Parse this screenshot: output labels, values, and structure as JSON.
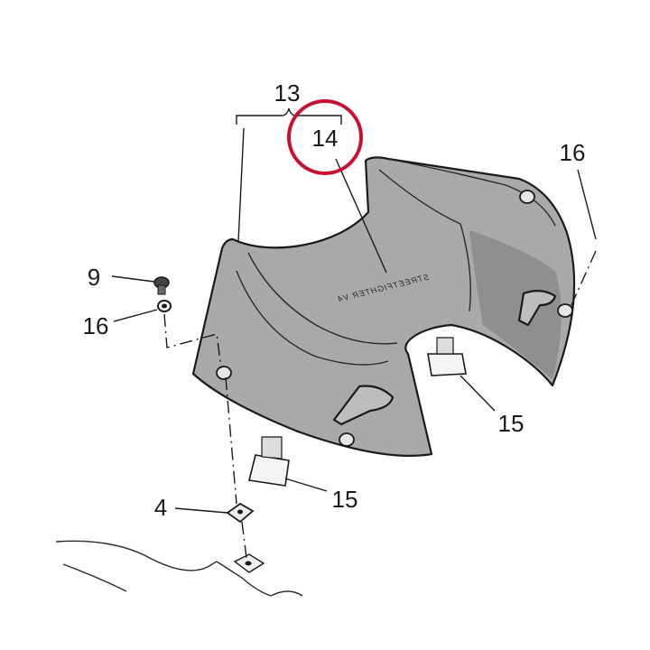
{
  "diagram": {
    "callouts": {
      "c13": "13",
      "c14": "14",
      "c9": "9",
      "c16_left": "16",
      "c16_right": "16",
      "c15_center": "15",
      "c15_right": "15",
      "c4": "4"
    },
    "panel_print": "STREETFIGHTER V4"
  },
  "colors": {
    "panel_fill": "#a9a9a9",
    "panel_shade": "#8f8f8f",
    "highlight_circle": "#c8102e",
    "line": "#1a1a1a"
  }
}
